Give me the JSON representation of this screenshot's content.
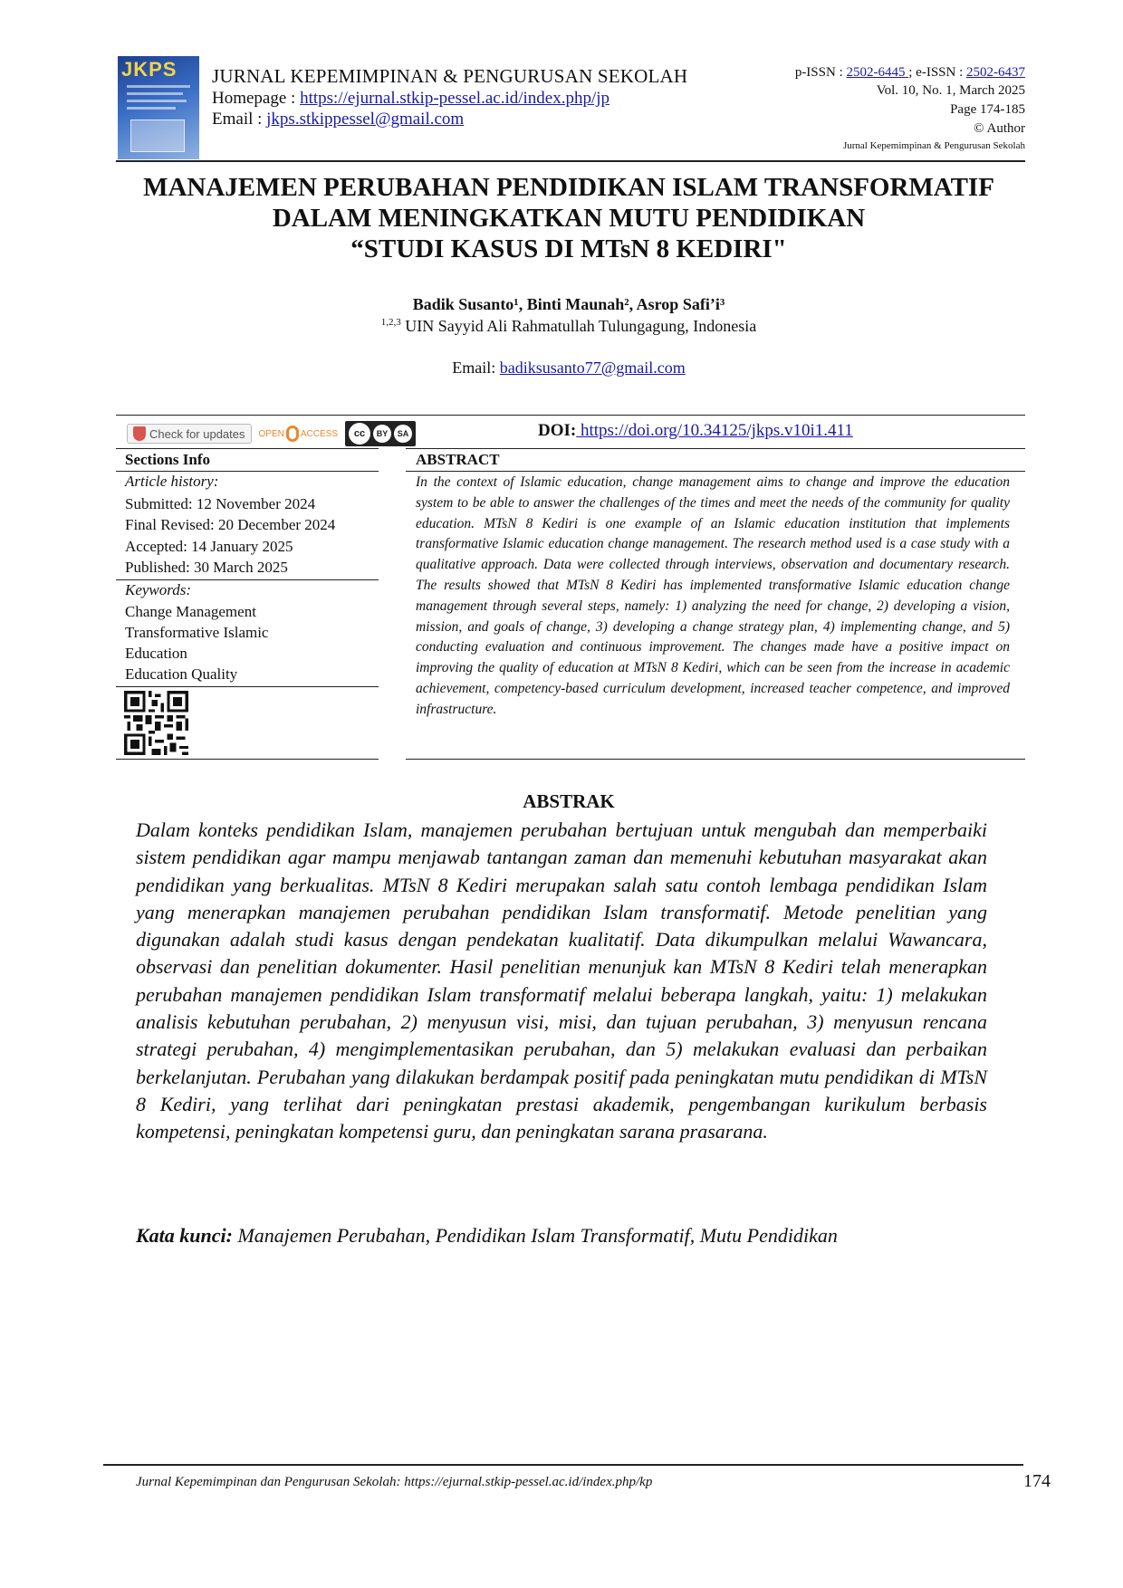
{
  "header": {
    "logo_text": "JKPS",
    "journal_title": "JURNAL KEPEMIMPINAN & PENGURUSAN SEKOLAH",
    "homepage_label": "Homepage : ",
    "homepage_url": "https://ejurnal.stkip-pessel.ac.id/index.php/jp",
    "email_label": "Email : ",
    "email": "jkps.stkippessel@gmail.com",
    "pissn_label": "p-ISSN : ",
    "pissn": "2502-6445 ",
    "eissn_label": "; e-ISSN : ",
    "eissn": "2502-6437",
    "volume": "Vol. 10, No. 1, March 2025",
    "pages": "Page 174-185",
    "copyright": "© Author",
    "copyright_holder": "Jurnal Kepemimpinan & Pengurusan Sekolah"
  },
  "article": {
    "title_lines": [
      "MANAJEMEN PERUBAHAN PENDIDIKAN ISLAM TRANSFORMATIF",
      "DALAM MENINGKATKAN MUTU PENDIDIKAN",
      "“STUDI KASUS DI MTsN 8 KEDIRI\""
    ],
    "authors": "Badik Susanto¹, Binti Maunah², Asrop Safi’i³",
    "affil_sup": "1,2,3",
    "affiliation": " UIN Sayyid Ali Rahmatullah Tulungagung, Indonesia",
    "email_label": "Email: ",
    "email": "badiksusanto77@gmail.com"
  },
  "badges": {
    "check": "Check for updates",
    "oa_left": "OPEN",
    "oa_right": "ACCESS",
    "cc": "cc",
    "by": "BY",
    "sa": "SA"
  },
  "doi": {
    "label": "DOI:",
    "url": " https://doi.org/10.34125/jkps.v10i1.411"
  },
  "info": {
    "sections_head": "Sections Info",
    "history_head": "Article history:",
    "dates": [
      "Submitted: 12 November 2024",
      "Final Revised: 20 December 2024",
      "Accepted: 14 January 2025",
      "Published: 30 March 2025"
    ],
    "keywords_head": "Keywords:",
    "keywords": [
      "Change Management",
      "Transformative Islamic",
      "Education",
      "Education Quality"
    ]
  },
  "abstract": {
    "head": "ABSTRACT",
    "text": "In the context of Islamic education, change management aims to change and improve the education system to be able to answer the challenges of the times and meet the needs of the community for quality education. MTsN 8 Kediri is one example of an Islamic education institution that implements transformative Islamic education change management. The research method used is a case study with a qualitative approach. Data were collected through interviews, observation and documentary research. The results showed that MTsN 8 Kediri has implemented transformative Islamic education change management through several steps, namely: 1) analyzing the need for change, 2) developing a vision, mission, and goals of change, 3) developing a change strategy plan, 4) implementing change, and 5) conducting evaluation and continuous improvement. The changes made have a positive impact on improving the quality of education at MTsN 8 Kediri, which can be seen from the increase in academic achievement, competency-based curriculum development, increased teacher competence, and improved infrastructure."
  },
  "abstrak": {
    "head": "ABSTRAK",
    "text": "Dalam konteks pendidikan Islam, manajemen perubahan bertujuan untuk mengubah dan memperbaiki sistem pendidikan agar mampu menjawab tantangan zaman dan memenuhi kebutuhan masyarakat akan pendidikan yang berkualitas. MTsN 8 Kediri merupakan salah satu contoh lembaga pendidikan Islam yang menerapkan manajemen perubahan pendidikan Islam transformatif. Metode penelitian yang digunakan adalah studi kasus dengan pendekatan kualitatif. Data dikumpulkan melalui Wawancara, observasi dan penelitian dokumenter. Hasil penelitian menunjuk kan MTsN 8 Kediri telah menerapkan perubahan manajemen pendidikan Islam transformatif melalui beberapa langkah, yaitu: 1) melakukan analisis kebutuhan perubahan, 2) menyusun visi, misi, dan tujuan perubahan, 3) menyusun rencana strategi perubahan, 4) mengimplementasikan perubahan, dan 5) melakukan evaluasi dan perbaikan berkelanjutan. Perubahan yang dilakukan berdampak positif pada peningkatan mutu pendidikan di MTsN 8 Kediri, yang terlihat dari peningkatan prestasi akademik, pengembangan kurikulum berbasis kompetensi, peningkatan kompetensi guru, dan peningkatan sarana prasarana.",
    "keywords_label": "Kata kunci:",
    "keywords": " Manajemen Perubahan, Pendidikan Islam Transformatif, Mutu Pendidikan"
  },
  "footer": {
    "text": "Jurnal Kepemimpinan dan Pengurusan Sekolah: https://ejurnal.stkip-pessel.ac.id/index.php/kp",
    "page_number": "174"
  }
}
